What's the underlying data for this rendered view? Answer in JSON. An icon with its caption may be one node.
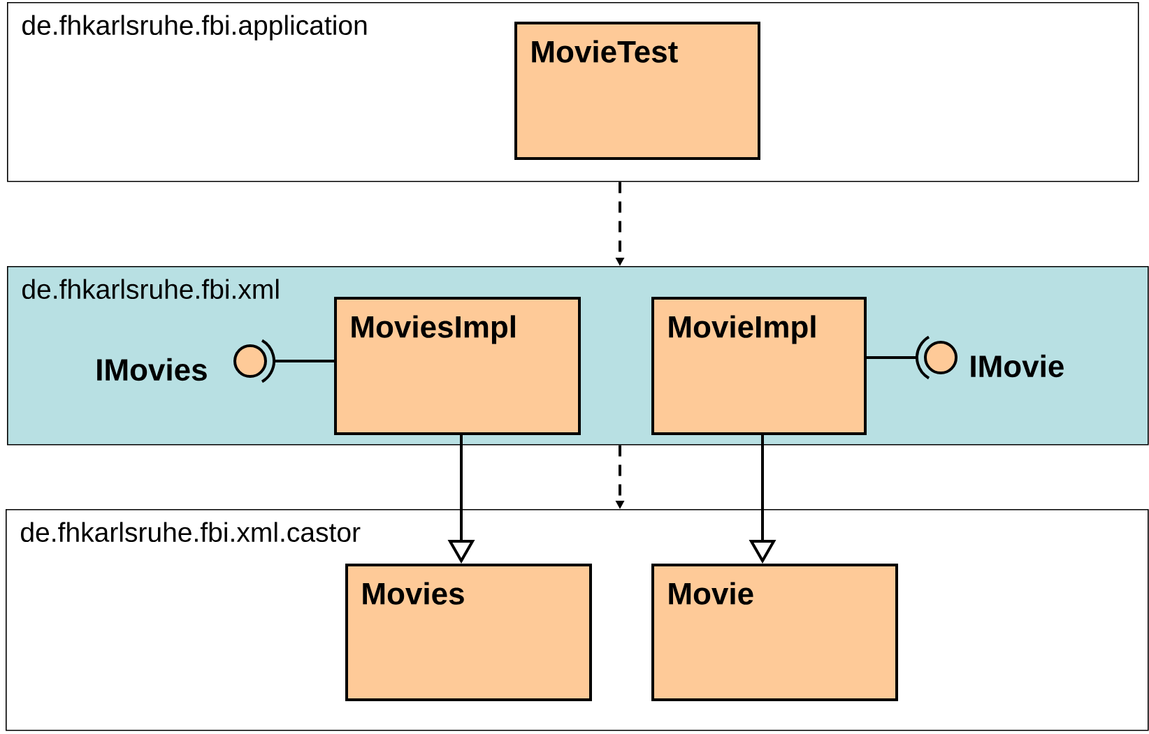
{
  "diagram": {
    "nodes": [
      {
        "text": [
          "de.fhkarlsruhe.fbi.application"
        ]
      },
      {
        "text": [
          "MovieTest"
        ],
        "in": 0
      },
      {
        "text": [
          "de.fhkarlsruhe.fbi.xml"
        ]
      },
      {
        "text": [
          "MoviesImpl"
        ],
        "in": 2
      },
      {
        "text": [
          "MovieImpl"
        ],
        "in": 2
      },
      {
        "text": [],
        "shape": "circle",
        "in": 2,
        "beside": [
          "IMovies"
        ]
      },
      {
        "text": [],
        "shape": "circle",
        "in": 2,
        "beside": [
          "IMovie"
        ]
      },
      {
        "text": [
          "de.fhkarlsruhe.fbi.xml.castor"
        ]
      },
      {
        "text": [
          "Movies"
        ],
        "in": 7
      },
      {
        "text": [
          "Movie"
        ],
        "in": 7
      }
    ],
    "edges": [
      {
        "from": 0,
        "to": 2,
        "arrow": "to",
        "style": "dashed"
      },
      {
        "from": 2,
        "to": 7,
        "arrow": "to",
        "style": "dashed"
      },
      {
        "from": 3,
        "to": 8,
        "arrow": "to"
      },
      {
        "from": 4,
        "to": 9,
        "arrow": "to"
      },
      {
        "from": 5,
        "to": 3,
        "arrow": "none"
      },
      {
        "from": 6,
        "to": 4,
        "arrow": "none"
      }
    ]
  }
}
